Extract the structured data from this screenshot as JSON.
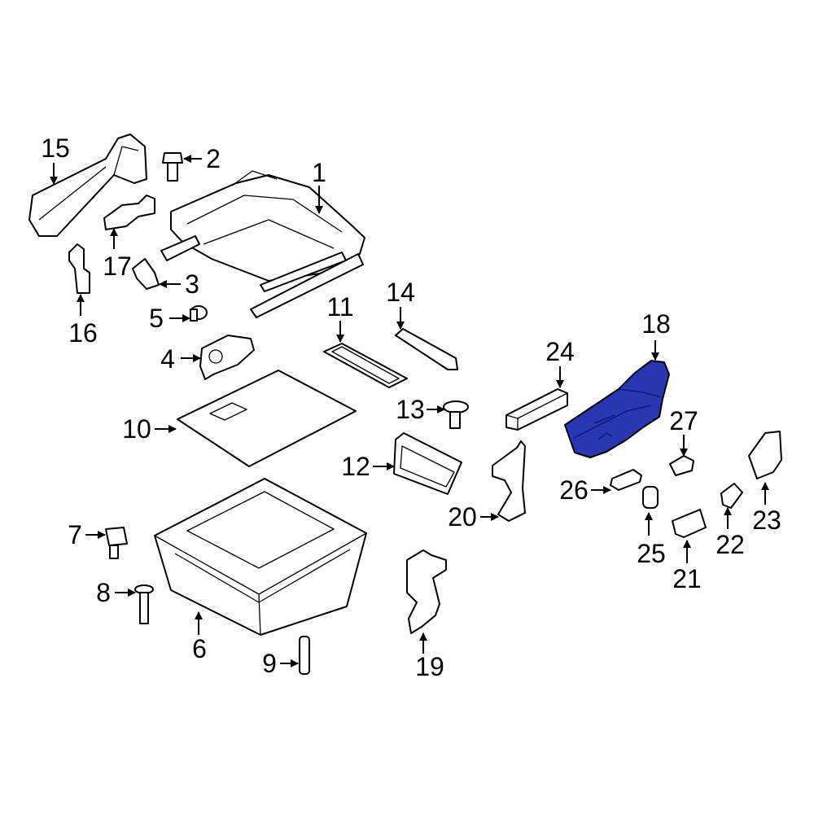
{
  "colors": {
    "background": "#ffffff",
    "line": "#000000",
    "highlight": "#2a37b3"
  },
  "highlighted_part": "18",
  "callouts": {
    "c1": "1",
    "c2": "2",
    "c3": "3",
    "c4": "4",
    "c5": "5",
    "c6": "6",
    "c7": "7",
    "c8": "8",
    "c9": "9",
    "c10": "10",
    "c11": "11",
    "c12": "12",
    "c13": "13",
    "c14": "14",
    "c15": "15",
    "c16": "16",
    "c17": "17",
    "c18": "18",
    "c19": "19",
    "c20": "20",
    "c21": "21",
    "c22": "22",
    "c23": "23",
    "c24": "24",
    "c25": "25",
    "c26": "26",
    "c27": "27"
  }
}
